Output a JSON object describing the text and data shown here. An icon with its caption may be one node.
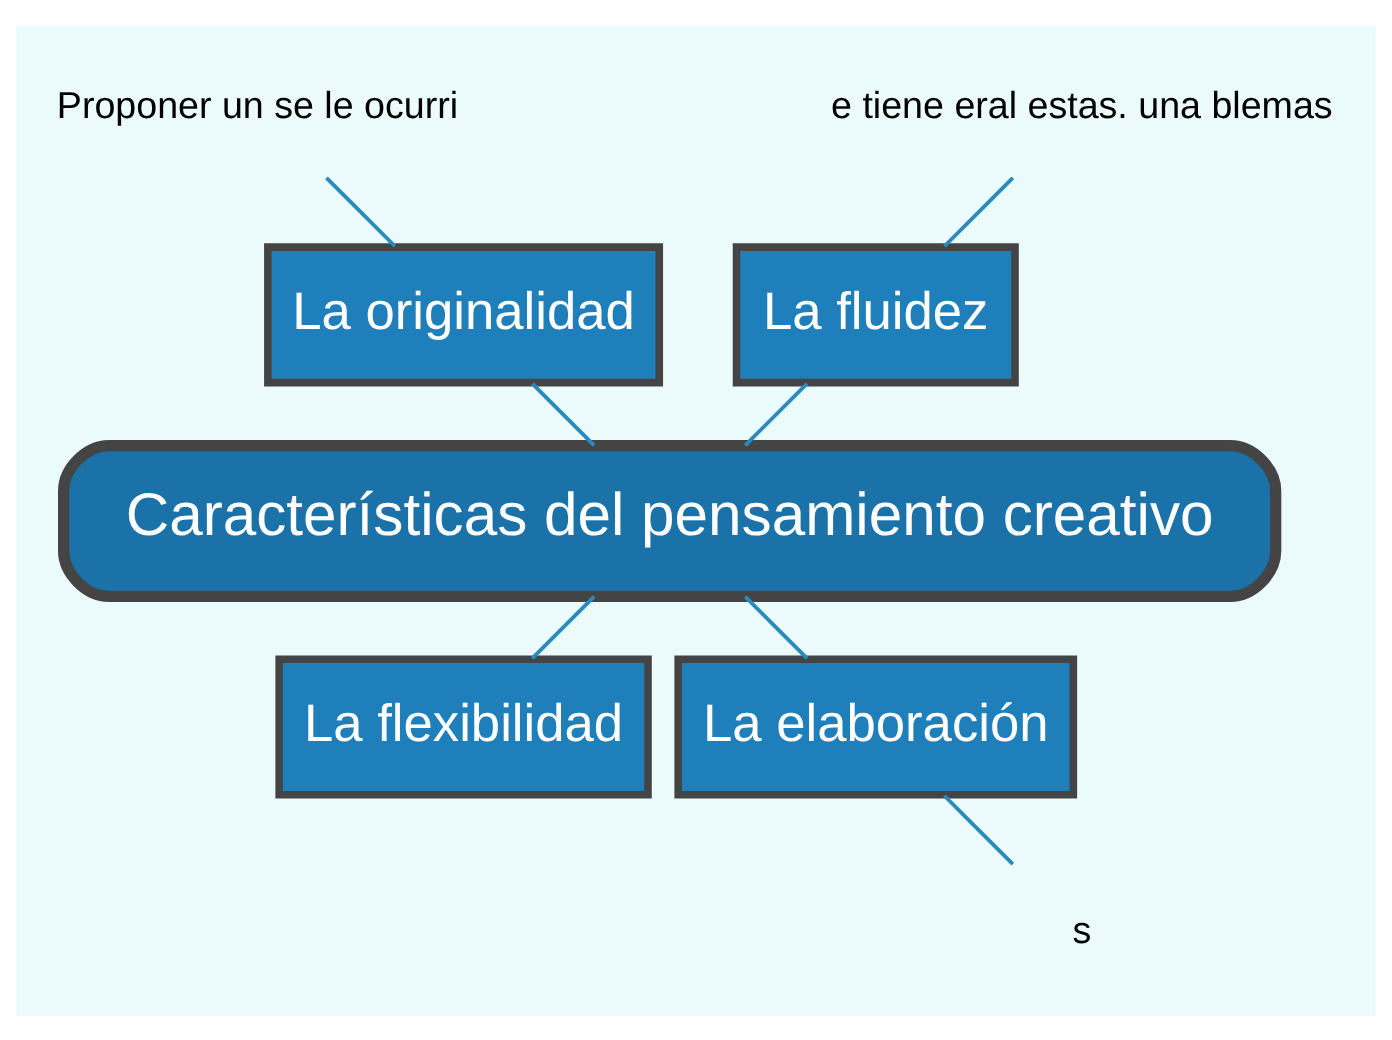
{
  "diagram": {
    "nodes": [
      {
        "text": [
          "Características del pensamiento creativo"
        ]
      },
      {
        "text": [
          "La fluidez"
        ]
      },
      {
        "text": [
          "e tiene eral estas. una blemas"
        ]
      },
      {
        "text": [
          "La originalidad"
        ]
      },
      {
        "text": [
          "Proponer un se le ocurri"
        ]
      },
      {
        "text": [
          "La flexibilidad"
        ]
      },
      {
        "text": [
          "La elaboración"
        ]
      },
      {
        "text": [
          "s"
        ]
      }
    ],
    "edges": [
      {
        "from": 0,
        "to": 1,
        "arrow": "none"
      },
      {
        "from": 1,
        "to": 2,
        "arrow": "none"
      },
      {
        "from": 0,
        "to": 3,
        "arrow": "none"
      },
      {
        "from": 3,
        "to": 4,
        "arrow": "none"
      },
      {
        "from": 0,
        "to": 5,
        "arrow": "none"
      },
      {
        "from": 0,
        "to": 6,
        "arrow": "none"
      },
      {
        "from": 6,
        "to": 7,
        "arrow": "none"
      }
    ]
  }
}
